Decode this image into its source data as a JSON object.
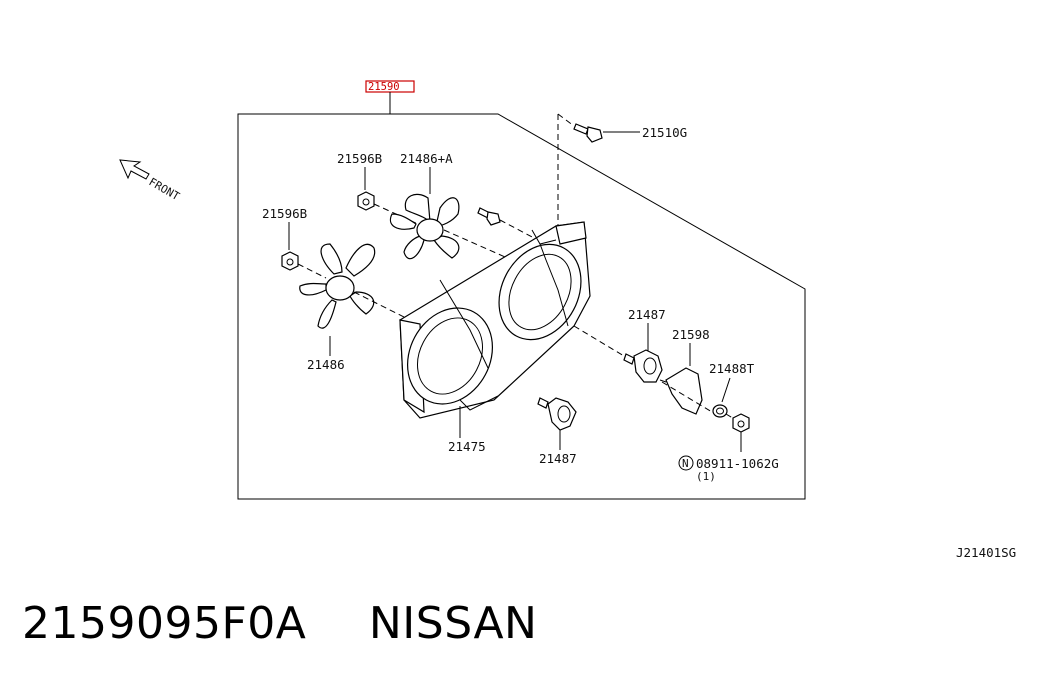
{
  "assembly_label": "21590",
  "direction_label": "FRONT",
  "part_labels": {
    "p21510G": "21510G",
    "p21596B_top": "21596B",
    "p21486A": "21486+A",
    "p21596B_left": "21596B",
    "p21486": "21486",
    "p21487_top": "21487",
    "p21598": "21598",
    "p21488T": "21488T",
    "p21475": "21475",
    "p21487_bottom": "21487",
    "nut_code": "08911-1062G",
    "nut_circle_letter": "N",
    "nut_qty": "(1)"
  },
  "drawing_code": "J21401SG",
  "caption": {
    "part_number": "2159095F0A",
    "brand": "NISSAN"
  },
  "colors": {
    "highlight": "#cc0000",
    "line": "#000000"
  },
  "icons": [
    "front-arrow-icon",
    "fan-blade-icon",
    "bolt-icon",
    "nut-icon",
    "motor-icon",
    "resistor-icon",
    "washer-icon"
  ]
}
